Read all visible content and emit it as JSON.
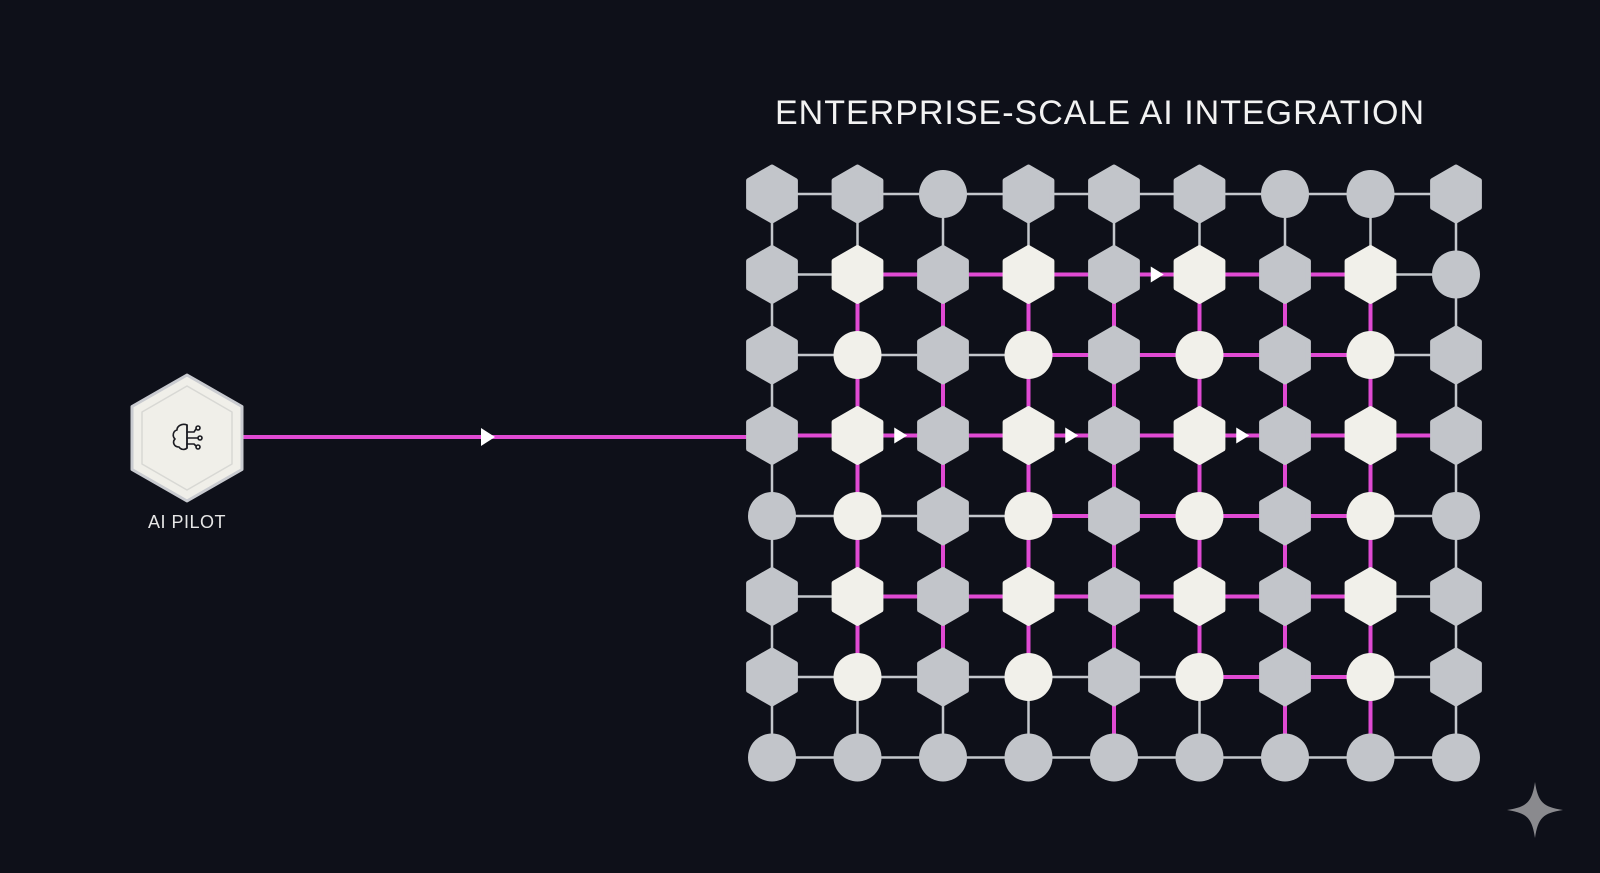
{
  "title": "ENTERPRISE-SCALE AI INTEGRATION",
  "pilot": {
    "label": "AI PILOT",
    "icon": "brain-circuit-icon"
  },
  "corner_icon": "sparkle-icon",
  "colors": {
    "background": "#0e1019",
    "node_inactive": "#c2c5ca",
    "node_active": "#f1f0ea",
    "link_inactive": "#c4c7cc",
    "link_active": "#e04ad3",
    "pilot_fill": "#f0efe9",
    "pilot_border": "#c9cbd0",
    "sparkle": "#8a8a8e",
    "arrow": "#ffffff"
  },
  "grid": {
    "rows": 8,
    "cols": 9,
    "nodes": [
      [
        "hex",
        "hex",
        "circle",
        "hex",
        "hex",
        "hex",
        "circle",
        "circle",
        "hex"
      ],
      [
        "hex",
        "hex",
        "hex",
        "hex",
        "hex",
        "hex",
        "hex",
        "hex",
        "circle"
      ],
      [
        "hex",
        "circle",
        "hex",
        "circle",
        "hex",
        "circle",
        "hex",
        "circle",
        "hex"
      ],
      [
        "hex",
        "hex",
        "hex",
        "hex",
        "hex",
        "hex",
        "hex",
        "hex",
        "hex"
      ],
      [
        "circle",
        "circle",
        "hex",
        "circle",
        "hex",
        "circle",
        "hex",
        "circle",
        "circle"
      ],
      [
        "hex",
        "hex",
        "hex",
        "hex",
        "hex",
        "hex",
        "hex",
        "hex",
        "hex"
      ],
      [
        "hex",
        "circle",
        "hex",
        "circle",
        "hex",
        "circle",
        "hex",
        "circle",
        "hex"
      ],
      [
        "circle",
        "circle",
        "circle",
        "circle",
        "circle",
        "circle",
        "circle",
        "circle",
        "circle"
      ]
    ],
    "active_nodes": [
      [
        1,
        1
      ],
      [
        1,
        3
      ],
      [
        1,
        5
      ],
      [
        1,
        7
      ],
      [
        2,
        1
      ],
      [
        2,
        3
      ],
      [
        2,
        5
      ],
      [
        2,
        7
      ],
      [
        3,
        1
      ],
      [
        3,
        3
      ],
      [
        3,
        5
      ],
      [
        3,
        7
      ],
      [
        4,
        1
      ],
      [
        4,
        3
      ],
      [
        4,
        5
      ],
      [
        4,
        7
      ],
      [
        5,
        1
      ],
      [
        5,
        3
      ],
      [
        5,
        5
      ],
      [
        5,
        7
      ],
      [
        6,
        1
      ],
      [
        6,
        3
      ],
      [
        6,
        5
      ],
      [
        6,
        7
      ]
    ],
    "active_horizontal_links": [
      [
        1,
        1
      ],
      [
        1,
        2
      ],
      [
        1,
        3
      ],
      [
        1,
        4
      ],
      [
        1,
        5
      ],
      [
        1,
        6
      ],
      [
        2,
        3
      ],
      [
        2,
        4
      ],
      [
        2,
        5
      ],
      [
        2,
        6
      ],
      [
        3,
        0
      ],
      [
        3,
        1
      ],
      [
        3,
        2
      ],
      [
        3,
        3
      ],
      [
        3,
        4
      ],
      [
        3,
        5
      ],
      [
        3,
        6
      ],
      [
        3,
        7
      ],
      [
        4,
        3
      ],
      [
        4,
        4
      ],
      [
        4,
        5
      ],
      [
        4,
        6
      ],
      [
        5,
        1
      ],
      [
        5,
        2
      ],
      [
        5,
        3
      ],
      [
        5,
        4
      ],
      [
        5,
        5
      ],
      [
        5,
        6
      ],
      [
        6,
        5
      ],
      [
        6,
        6
      ]
    ],
    "active_vertical_links": [
      [
        1,
        1
      ],
      [
        2,
        1
      ],
      [
        3,
        1
      ],
      [
        4,
        1
      ],
      [
        5,
        1
      ],
      [
        1,
        2
      ],
      [
        2,
        2
      ],
      [
        3,
        2
      ],
      [
        4,
        2
      ],
      [
        5,
        2
      ],
      [
        1,
        3
      ],
      [
        2,
        3
      ],
      [
        3,
        3
      ],
      [
        4,
        3
      ],
      [
        5,
        3
      ],
      [
        1,
        4
      ],
      [
        2,
        4
      ],
      [
        3,
        4
      ],
      [
        4,
        4
      ],
      [
        5,
        4
      ],
      [
        6,
        4
      ],
      [
        1,
        5
      ],
      [
        2,
        5
      ],
      [
        3,
        5
      ],
      [
        4,
        5
      ],
      [
        5,
        5
      ],
      [
        1,
        6
      ],
      [
        2,
        6
      ],
      [
        3,
        6
      ],
      [
        4,
        6
      ],
      [
        5,
        6
      ],
      [
        6,
        6
      ],
      [
        1,
        7
      ],
      [
        2,
        7
      ],
      [
        3,
        7
      ],
      [
        4,
        7
      ],
      [
        5,
        7
      ],
      [
        6,
        7
      ]
    ],
    "flow_arrows": [
      {
        "row": 1,
        "after_col": 4
      },
      {
        "row": 3,
        "after_col": 1
      },
      {
        "row": 3,
        "after_col": 3
      },
      {
        "row": 3,
        "after_col": 5
      }
    ]
  }
}
